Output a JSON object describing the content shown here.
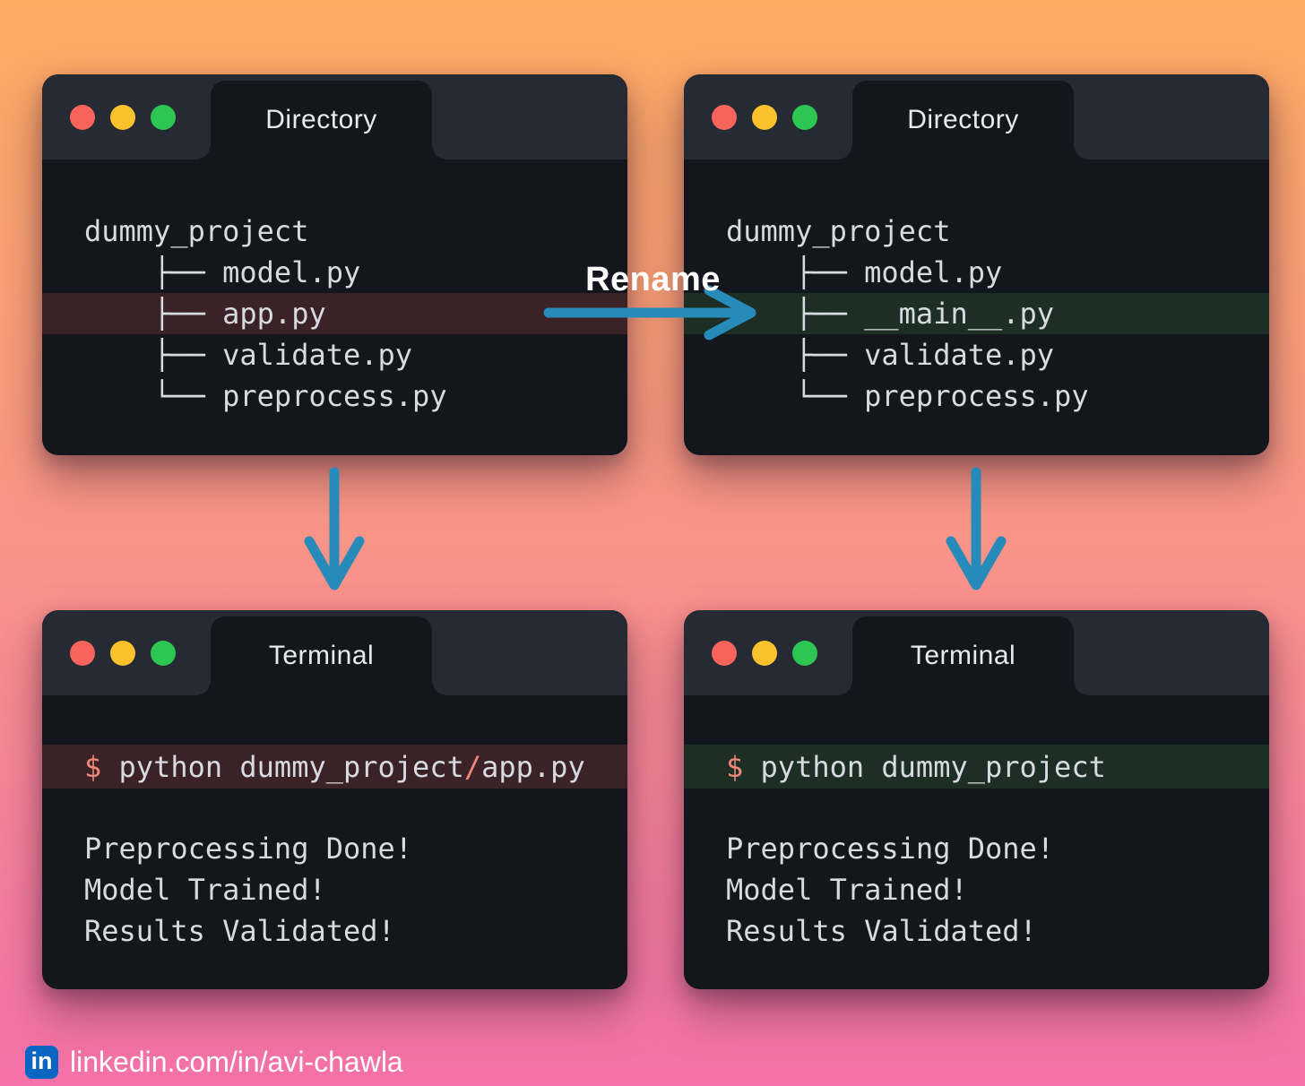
{
  "annotations": {
    "rename_label": "Rename"
  },
  "colors": {
    "bg_top": "#fcab62",
    "bg_mid": "#f9918c",
    "bg_bottom": "#f471a9",
    "window_body": "#14161d",
    "window_header": "#252a33",
    "highlight_red": "#3a2227",
    "highlight_green": "#1d2f25",
    "accent_blue": "#268bb9",
    "prompt_salmon": "#f0897c",
    "text_light": "#d7dbe0",
    "traffic_red": "#f8645c",
    "traffic_yellow": "#fbc22d",
    "traffic_green": "#2dc653",
    "linkedin_blue": "#0a66c2"
  },
  "windows": {
    "dir_before": {
      "title": "Directory",
      "tree": [
        {
          "text": "dummy_project",
          "highlight": "none"
        },
        {
          "text": "    ├── model.py",
          "highlight": "none"
        },
        {
          "text": "    ├── app.py",
          "highlight": "red"
        },
        {
          "text": "    ├── validate.py",
          "highlight": "none"
        },
        {
          "text": "    └── preprocess.py",
          "highlight": "none"
        }
      ]
    },
    "dir_after": {
      "title": "Directory",
      "tree": [
        {
          "text": "dummy_project",
          "highlight": "none"
        },
        {
          "text": "    ├── model.py",
          "highlight": "none"
        },
        {
          "text": "    ├── __main__.py",
          "highlight": "green"
        },
        {
          "text": "    ├── validate.py",
          "highlight": "none"
        },
        {
          "text": "    └── preprocess.py",
          "highlight": "none"
        }
      ]
    },
    "term_before": {
      "title": "Terminal",
      "prompt": "$ ",
      "highlight": "red",
      "command": [
        {
          "text": "python dummy_project",
          "color": "light"
        },
        {
          "text": "/",
          "color": "salmon"
        },
        {
          "text": "app.py",
          "color": "light"
        }
      ],
      "output": [
        "Preprocessing Done!",
        "Model Trained!",
        "Results Validated!"
      ]
    },
    "term_after": {
      "title": "Terminal",
      "prompt": "$ ",
      "highlight": "green",
      "command": [
        {
          "text": "python dummy_project",
          "color": "light"
        }
      ],
      "output": [
        "Preprocessing Done!",
        "Model Trained!",
        "Results Validated!"
      ]
    }
  },
  "footer": {
    "badge": "in",
    "handle": "linkedin.com/in/avi-chawla"
  }
}
